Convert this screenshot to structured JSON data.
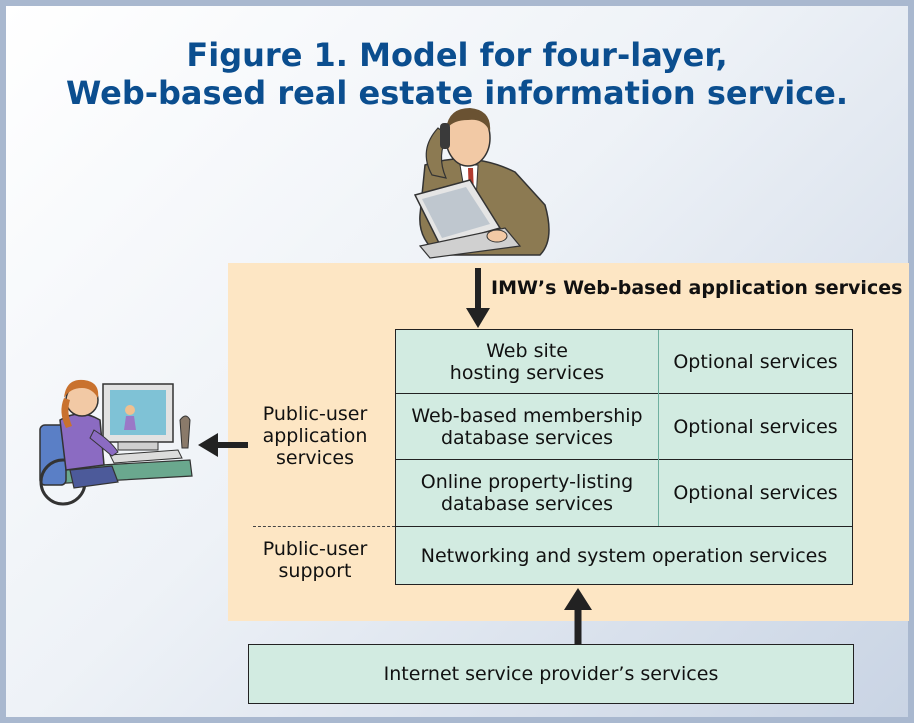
{
  "title": {
    "line1": "Figure 1. Model for four-layer,",
    "line2": "Web-based real estate information service."
  },
  "labels": {
    "imw": "IMW’s Web-based application services",
    "public_user_app_1": "Public-user",
    "public_user_app_2": "application",
    "public_user_app_3": "services",
    "public_user_support_1": "Public-user",
    "public_user_support_2": "support"
  },
  "services": {
    "row1_1": "Web site",
    "row1_2": "hosting services",
    "row2_1": "Web-based membership",
    "row2_2": "database services",
    "row3_1": "Online property-listing",
    "row3_2": "database services",
    "optional1": "Optional services",
    "optional2": "Optional services",
    "optional3": "Optional services",
    "networking": "Networking and system operation services",
    "isp": "Internet service provider’s services"
  },
  "colors": {
    "title": "#0b4e8f",
    "panel": "#fde6c4",
    "service_box": "#d2ebe1",
    "frame": "#a9b8cf"
  },
  "icons": [
    "businessman-at-computer-icon",
    "user-at-computer-in-wheelchair-icon"
  ]
}
